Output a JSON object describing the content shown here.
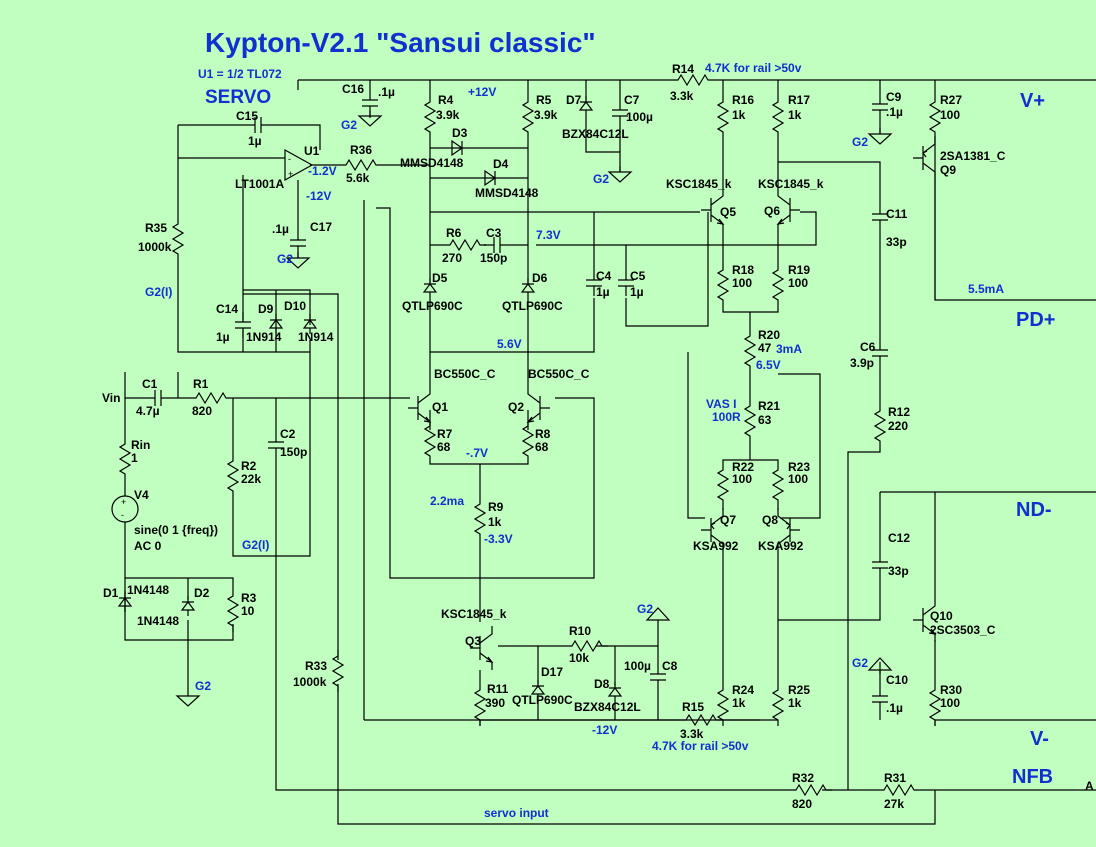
{
  "title": "Kypton-V2.1  \"Sansui classic\"",
  "servo_note": "U1 = 1/2 TL072",
  "servo_title": "SERVO",
  "ports": {
    "vplus": "V+",
    "pdplus": "PD+",
    "ndminus": "ND-",
    "vminus": "V-",
    "nfb": "NFB",
    "a": "A"
  },
  "components": {
    "C16": {
      "ref": "C16",
      "val": ".1µ"
    },
    "R4": {
      "ref": "R4",
      "val": "3.9k"
    },
    "R5": {
      "ref": "R5",
      "val": "3.9k"
    },
    "D7": {
      "ref": "D7",
      "val": "BZX84C12L"
    },
    "C7": {
      "ref": "C7",
      "val": "100µ"
    },
    "R14": {
      "ref": "R14",
      "val": "3.3k"
    },
    "R16": {
      "ref": "R16",
      "val": "1k"
    },
    "R17": {
      "ref": "R17",
      "val": "1k"
    },
    "C9": {
      "ref": "C9",
      "val": ".1µ"
    },
    "R27": {
      "ref": "R27",
      "val": "100"
    },
    "C15": {
      "ref": "C15",
      "val": "1µ"
    },
    "U1": {
      "ref": "U1",
      "val": "LT1001A"
    },
    "R36": {
      "ref": "R36",
      "val": "5.6k"
    },
    "D3": {
      "ref": "D3",
      "val": "MMSD4148"
    },
    "D4": {
      "ref": "D4",
      "val": "MMSD4148"
    },
    "Q9": {
      "ref": "Q9",
      "val": "2SA1381_C"
    },
    "Q5": {
      "ref": "Q5",
      "val": "KSC1845_k"
    },
    "Q6": {
      "ref": "Q6",
      "val": "KSC1845_k"
    },
    "R35": {
      "ref": "R35",
      "val": "1000k"
    },
    "C17": {
      "ref": "C17",
      "val": ".1µ"
    },
    "R6": {
      "ref": "R6",
      "val": "270"
    },
    "C3": {
      "ref": "C3",
      "val": "150p"
    },
    "C11": {
      "ref": "C11",
      "val": "33p"
    },
    "D5": {
      "ref": "D5",
      "val": "QTLP690C"
    },
    "D6": {
      "ref": "D6",
      "val": "QTLP690C"
    },
    "C4": {
      "ref": "C4",
      "val": "1µ"
    },
    "C5": {
      "ref": "C5",
      "val": "1µ"
    },
    "R18": {
      "ref": "R18",
      "val": "100"
    },
    "R19": {
      "ref": "R19",
      "val": "100"
    },
    "C14": {
      "ref": "C14",
      "val": "1µ"
    },
    "D9": {
      "ref": "D9",
      "val": "1N914"
    },
    "D10": {
      "ref": "D10",
      "val": "1N914"
    },
    "R20": {
      "ref": "R20",
      "val": "47"
    },
    "C6": {
      "ref": "C6",
      "val": "3.9p"
    },
    "Q1": {
      "ref": "Q1",
      "val": "BC550C_C"
    },
    "Q2": {
      "ref": "Q2",
      "val": "BC550C_C"
    },
    "C1": {
      "ref": "C1",
      "val": "4.7µ"
    },
    "R1": {
      "ref": "R1",
      "val": "820"
    },
    "R21": {
      "ref": "R21",
      "val": "63"
    },
    "R12": {
      "ref": "R12",
      "val": "220"
    },
    "R7": {
      "ref": "R7",
      "val": "68"
    },
    "R8": {
      "ref": "R8",
      "val": "68"
    },
    "C2": {
      "ref": "C2",
      "val": "150p"
    },
    "Rin": {
      "ref": "Rin",
      "val": "1"
    },
    "R2": {
      "ref": "R2",
      "val": "22k"
    },
    "R22": {
      "ref": "R22",
      "val": "100"
    },
    "R23": {
      "ref": "R23",
      "val": "100"
    },
    "V4": {
      "ref": "V4",
      "val": "sine(0 1 {freq})",
      "val2": "AC 0"
    },
    "R9": {
      "ref": "R9",
      "val": "1k"
    },
    "Q7": {
      "ref": "Q7",
      "val": "KSA992"
    },
    "Q8": {
      "ref": "Q8",
      "val": "KSA992"
    },
    "C12": {
      "ref": "C12",
      "val": "33p"
    },
    "D1": {
      "ref": "D1",
      "val": "1N4148"
    },
    "D2": {
      "ref": "D2",
      "val": "1N4148"
    },
    "R3": {
      "ref": "R3",
      "val": "10"
    },
    "Q3": {
      "ref": "Q3",
      "val": "KSC1845_k"
    },
    "R10": {
      "ref": "R10",
      "val": "10k"
    },
    "C8": {
      "ref": "C8",
      "val": "100µ"
    },
    "Q10": {
      "ref": "Q10",
      "val": "2SC3503_C"
    },
    "R33": {
      "ref": "R33",
      "val": "1000k"
    },
    "D17": {
      "ref": "D17",
      "val": "QTLP690C"
    },
    "D8": {
      "ref": "D8",
      "val": "BZX84C12L"
    },
    "R11": {
      "ref": "R11",
      "val": "390"
    },
    "R24": {
      "ref": "R24",
      "val": "1k"
    },
    "R25": {
      "ref": "R25",
      "val": "1k"
    },
    "C10": {
      "ref": "C10",
      "val": ".1µ"
    },
    "R30": {
      "ref": "R30",
      "val": "100"
    },
    "R15": {
      "ref": "R15",
      "val": "3.3k"
    },
    "R32": {
      "ref": "R32",
      "val": "820"
    },
    "R31": {
      "ref": "R31",
      "val": "27k"
    }
  },
  "nets": {
    "plus12": "+12V",
    "note_rail_top": "4.7K for rail >50v",
    "minus1_2": "-1.2V",
    "minus12_top": "-12V",
    "v7_3": "7.3V",
    "v5_6": "5.6V",
    "ma3": "3mA",
    "v6_5": "6.5V",
    "ma5_5": "5.5mA",
    "vas1": "VAS I",
    "vas2": "100R",
    "minus_0_7": "-.7V",
    "ma2_2": "2.2ma",
    "minus3_3": "-3.3V",
    "minus12_bot": "-12V",
    "note_rail_bot": "4.7K for rail >50v",
    "servo_input": "servo input",
    "g2i_1": "G2(I)",
    "g2i_2": "G2(I)",
    "vin": "Vin",
    "g2": "G2"
  }
}
